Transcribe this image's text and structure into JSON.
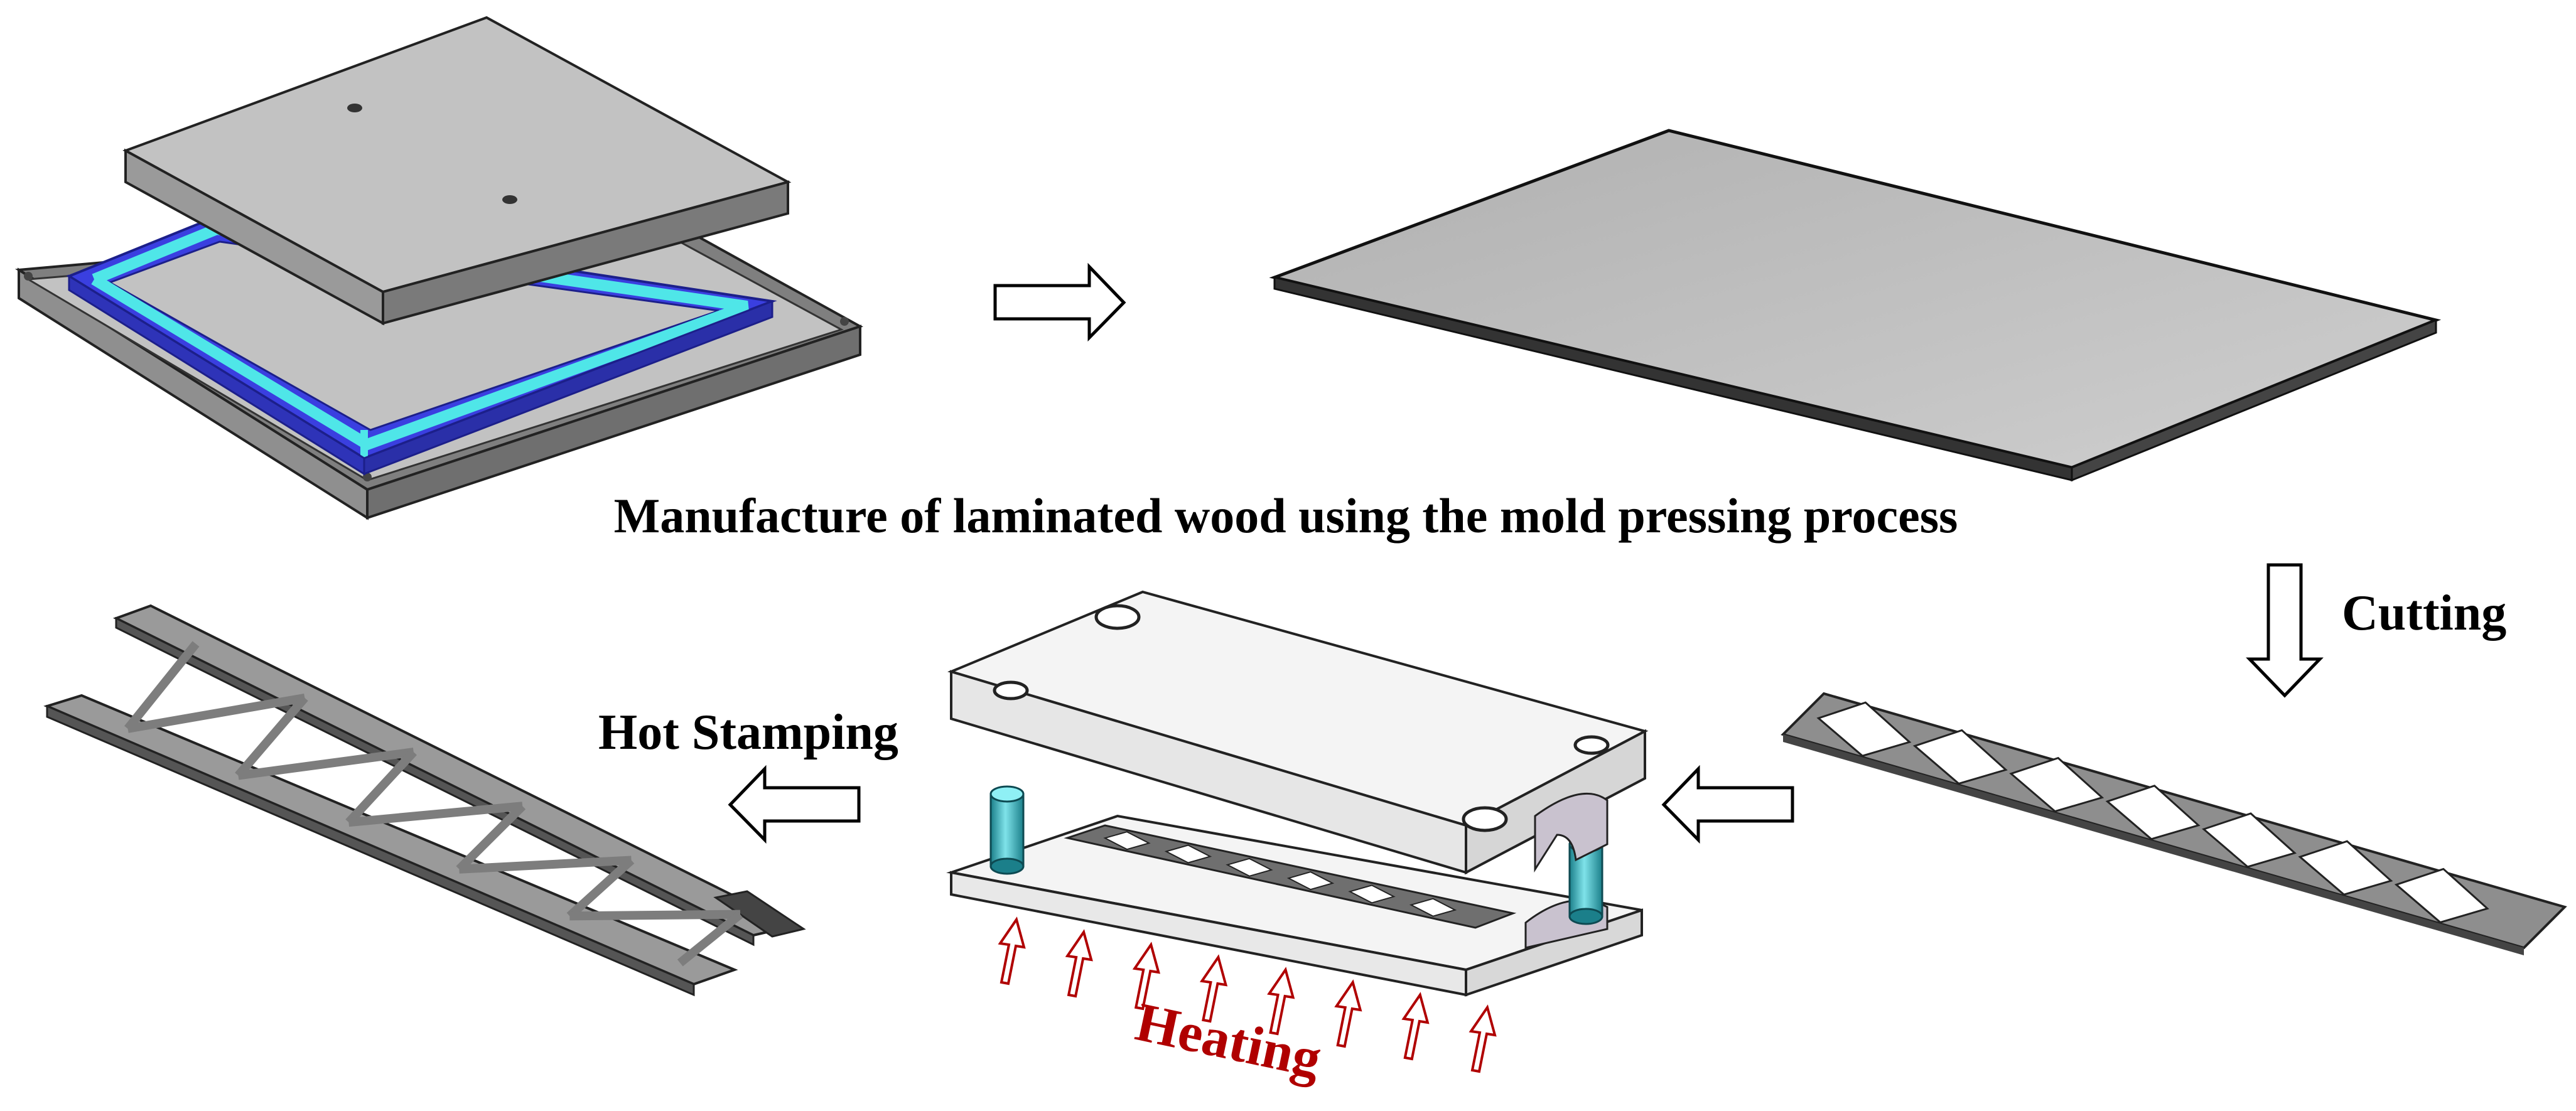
{
  "caption": "Manufacture of laminated wood using the mold pressing process",
  "steps": {
    "cutting": "Cutting",
    "hot_stamping": "Hot Stamping",
    "heating": "Heating"
  },
  "colors": {
    "plate_top": "#c0c0c0",
    "plate_side": "#8a8a8a",
    "frame_blue": "#3a3fe0",
    "frame_cyan": "#4fe6e8",
    "laminate": "#b8b8b8",
    "mold_face": "#f2f2f2",
    "pin": "#2aa7b3",
    "heating_red": "#b00000",
    "truss": "#7d7d7d"
  }
}
